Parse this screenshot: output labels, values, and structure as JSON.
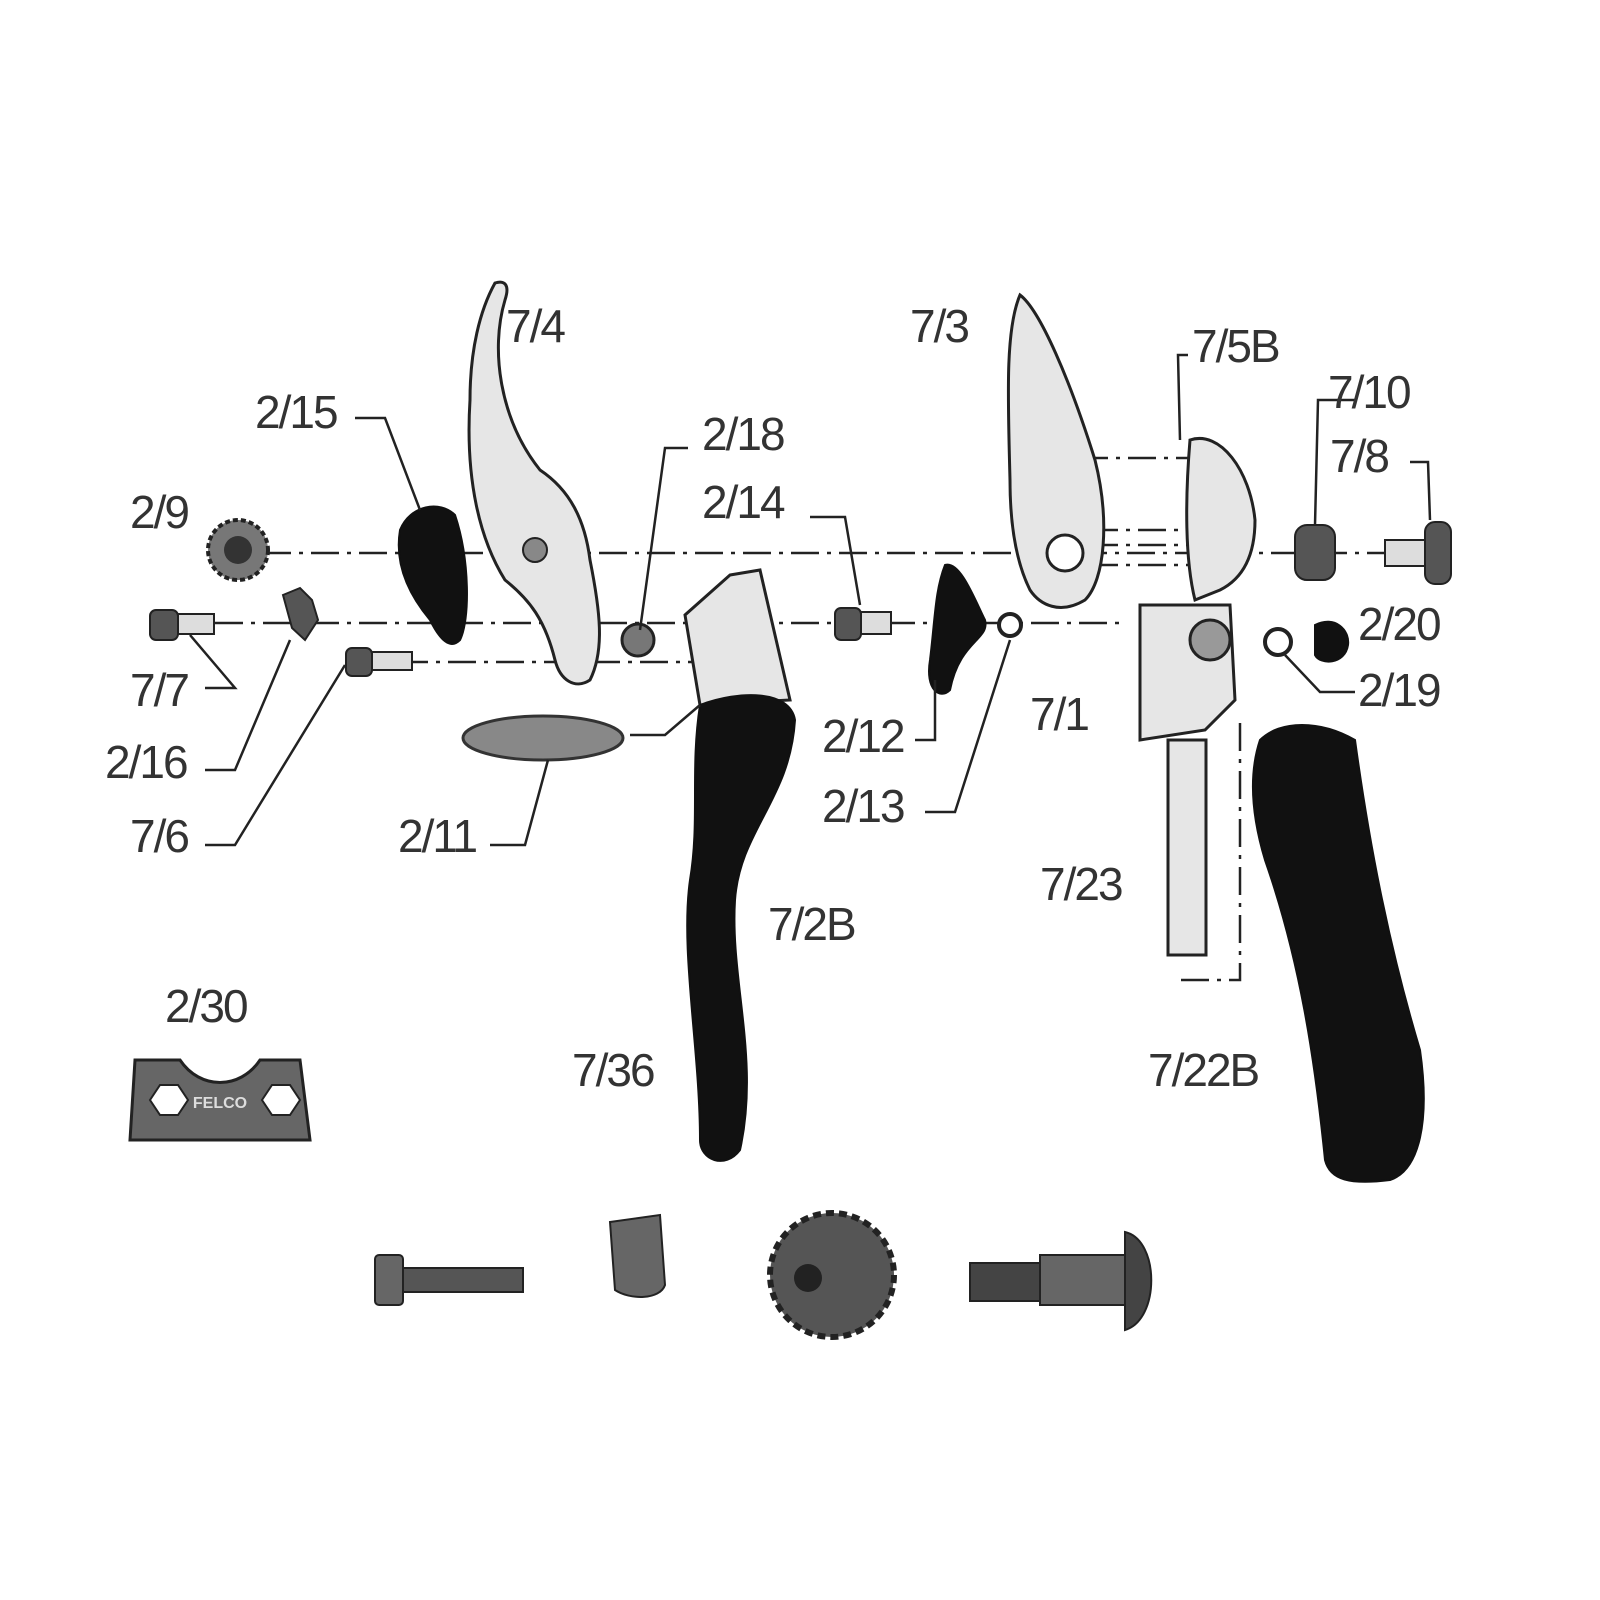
{
  "diagram": {
    "labels": {
      "p7_4": "7/4",
      "p7_3": "7/3",
      "p7_5B": "7/5B",
      "p7_10": "7/10",
      "p7_8": "7/8",
      "p2_15": "2/15",
      "p2_18": "2/18",
      "p2_14": "2/14",
      "p2_9": "2/9",
      "p2_20": "2/20",
      "p2_19": "2/19",
      "p7_7": "7/7",
      "p7_1": "7/1",
      "p2_12": "2/12",
      "p2_16": "2/16",
      "p2_13": "2/13",
      "p7_6": "7/6",
      "p2_11": "2/11",
      "p7_23": "7/23",
      "p7_2B": "7/2B",
      "p2_30": "2/30",
      "p7_36": "7/36",
      "p7_22B": "7/22B"
    },
    "logo_text": "FELCO"
  }
}
